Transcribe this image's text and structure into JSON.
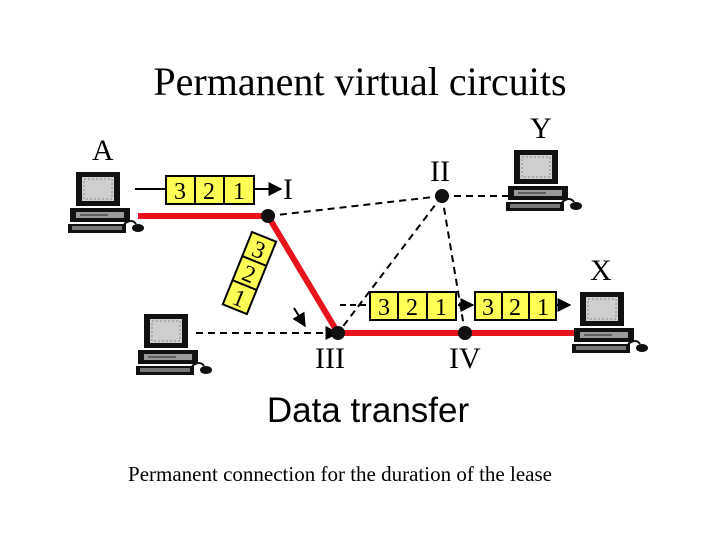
{
  "title": "Permanent virtual circuits",
  "subtitle": "Data transfer",
  "caption": "Permanent connection for the duration of the lease",
  "stations": {
    "a": "A",
    "x": "X",
    "y": "Y"
  },
  "switches": {
    "s1": "I",
    "s2": "II",
    "s3": "III",
    "s4": "IV"
  },
  "packets": {
    "at_a": [
      "3",
      "2",
      "1"
    ],
    "diagonal": [
      "3",
      "2",
      "1"
    ],
    "left_of_iv": [
      "3",
      "2",
      "1"
    ],
    "right_of_iv": [
      "3",
      "2",
      "1"
    ]
  },
  "colors": {
    "circuit": "#e8141c",
    "packet_fill": "#ffff55",
    "link": "#000000"
  }
}
